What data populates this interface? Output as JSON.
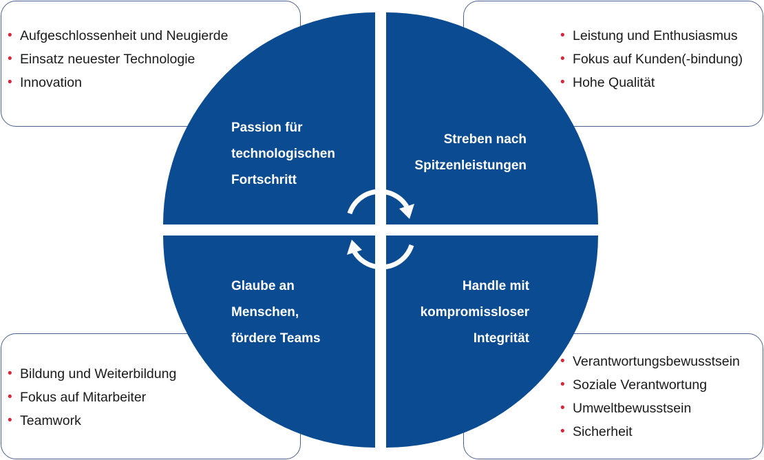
{
  "colors": {
    "wheel_fill": "#0b4b91",
    "card_border": "#4a5f8c",
    "bullet": "#d9273a",
    "label_text": "#ffffff"
  },
  "quadrants": {
    "top_left": {
      "label": [
        "Passion für",
        "technologischen",
        "Fortschritt"
      ],
      "items": [
        "Aufgeschlossenheit  und Neugierde",
        "Einsatz neuester Technologie",
        "Innovation"
      ]
    },
    "top_right": {
      "label": [
        "Streben nach",
        "Spitzenleistungen"
      ],
      "items": [
        "Leistung und Enthusiasmus",
        "Fokus auf Kunden(-bindung)",
        "Hohe Qualität"
      ]
    },
    "bottom_left": {
      "label": [
        "Glaube an",
        "Menschen,",
        "fördere Teams"
      ],
      "items": [
        "Bildung und Weiterbildung",
        "Fokus auf Mitarbeiter",
        "Teamwork"
      ]
    },
    "bottom_right": {
      "label": [
        "Handle mit",
        "kompromissloser",
        "Integrität"
      ],
      "items": [
        "Verantwortungsbewusstsein",
        "Soziale Verantwortung",
        "Umweltbewusstsein",
        "Sicherheit"
      ]
    }
  },
  "icons": {
    "center": "circular-arrows-icon"
  }
}
